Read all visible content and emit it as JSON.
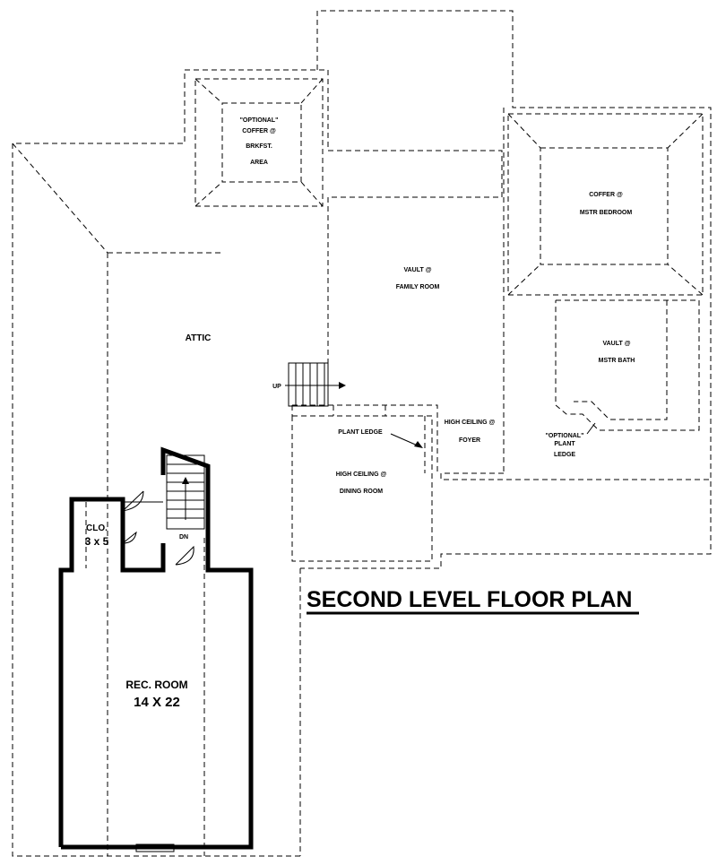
{
  "title": "SECOND LEVEL FLOOR PLAN",
  "rooms": {
    "attic": "ATTIC",
    "coffer_brkfst": {
      "line1": "\"OPTIONAL\"",
      "line2": "COFFER @",
      "line3": "BRKFST.",
      "line4": "AREA"
    },
    "family_room": {
      "line1": "VAULT @",
      "line2": "FAMILY ROOM"
    },
    "mstr_bedroom": {
      "line1": "COFFER @",
      "line2": "MSTR BEDROOM"
    },
    "mstr_bath": {
      "line1": "VAULT @",
      "line2": "MSTR BATH"
    },
    "optional_plant_ledge": {
      "line1": "\"OPTIONAL\"",
      "line2": "PLANT",
      "line3": "LEDGE"
    },
    "plant_ledge": "PLANT LEDGE",
    "foyer": {
      "line1": "HIGH CEILING @",
      "line2": "FOYER"
    },
    "dining_room": {
      "line1": "HIGH CEILING @",
      "line2": "DINING ROOM"
    },
    "closet": {
      "line1": "CLO.",
      "line2": "3 x 5"
    },
    "rec_room": {
      "line1": "REC. ROOM",
      "line2": "14 X 22"
    }
  },
  "stairs": {
    "up": "UP",
    "down": "DN"
  }
}
